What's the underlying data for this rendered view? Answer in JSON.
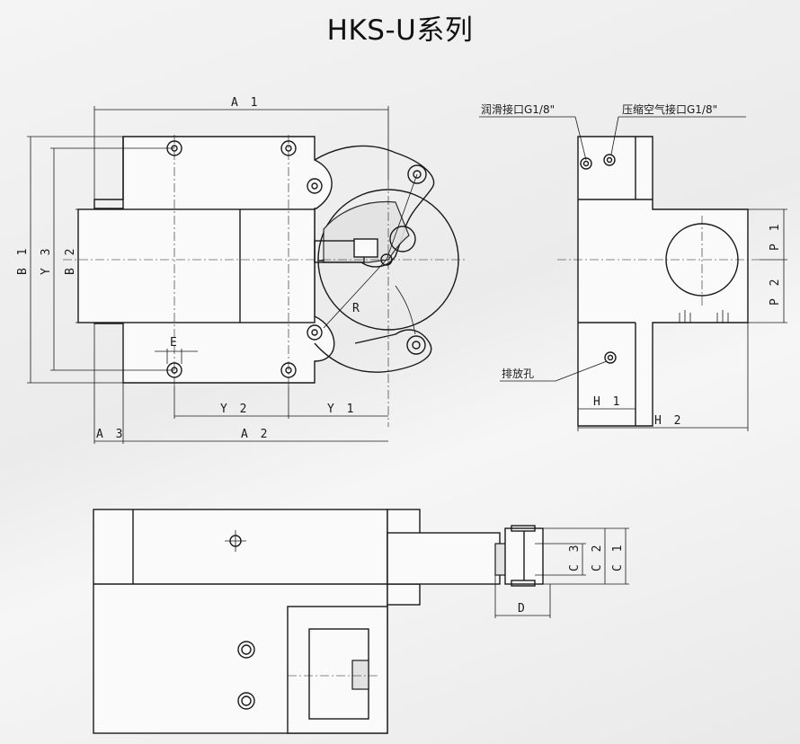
{
  "title": "HKS-U系列",
  "dimensions": {
    "A1": "A 1",
    "A2": "A 2",
    "A3": "A 3",
    "B1": "B 1",
    "B2": "B 2",
    "Y3": "Y 3",
    "Y1": "Y 1",
    "Y2": "Y 2",
    "E": "E",
    "R": "R",
    "P1": "P 1",
    "P2": "P 2",
    "H1": "H 1",
    "H2": "H 2",
    "C1": "C 1",
    "C2": "C 2",
    "C3": "C 3",
    "D": "D"
  },
  "notes": {
    "lube_port": "润滑接口G1/8\"",
    "air_port": "压缩空气接口G1/8\"",
    "drain_hole": "排放孔"
  }
}
